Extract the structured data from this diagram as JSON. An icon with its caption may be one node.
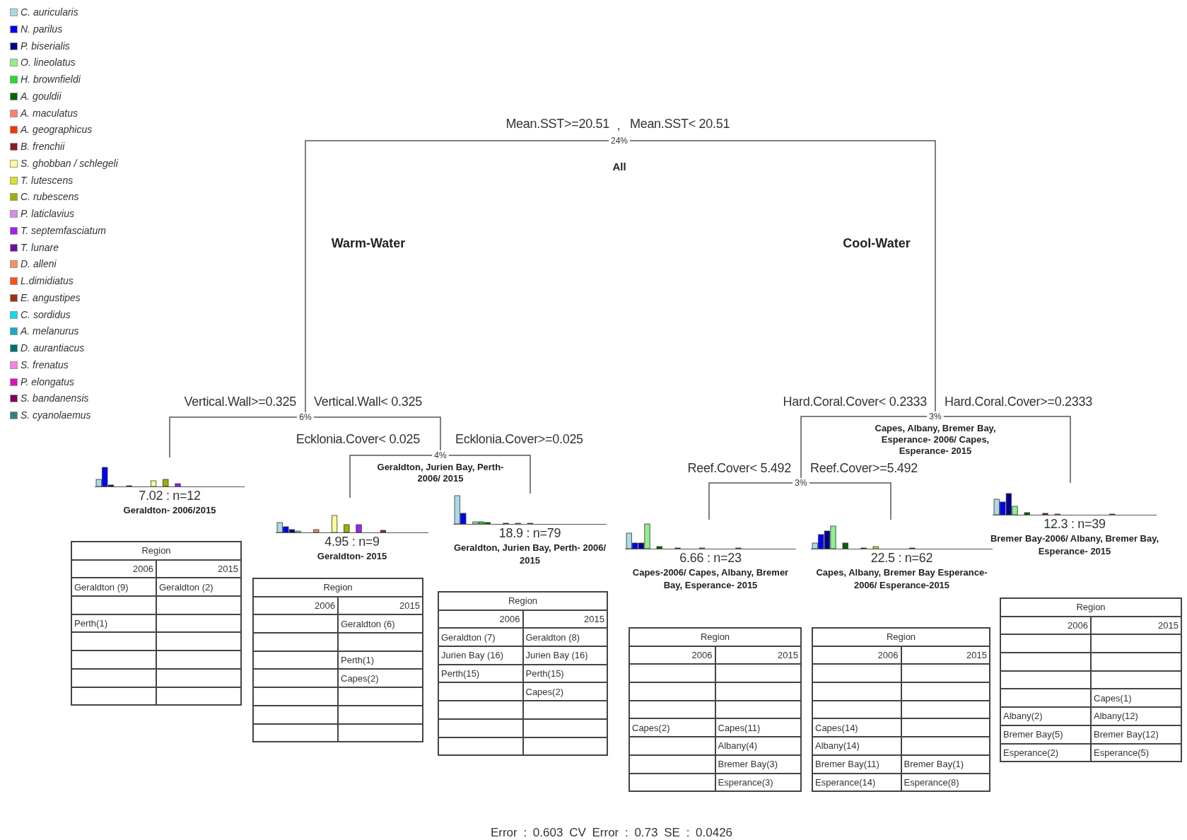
{
  "diagram": {
    "nodes": [
      {
        "text": [
          "24%"
        ],
        "beside": [
          "All"
        ]
      },
      {
        "text": [
          "6%"
        ]
      },
      {
        "text": [
          "7.02 : n=12",
          "Geraldton- 2006/2015"
        ]
      },
      {
        "text": [
          "Region",
          "2006",
          "2015",
          "Geraldton (9)",
          "Geraldton (2)",
          "Perth(1)"
        ]
      },
      {
        "text": [
          "4%"
        ],
        "beside": [
          "Geraldton, Jurien Bay, Perth- 2006/ 2015"
        ]
      },
      {
        "text": [
          "4.95 : n=9",
          "Geraldton- 2015"
        ]
      },
      {
        "text": [
          "Region",
          "2006",
          "2015",
          "Geraldton (6)",
          "Perth(1)",
          "Capes(2)"
        ]
      },
      {
        "text": [
          "18.9 : n=79",
          "Geraldton, Jurien Bay, Perth- 2006/ 2015"
        ]
      },
      {
        "text": [
          "Region",
          "2006",
          "2015",
          "Geraldton (7)",
          "Geraldton (8)",
          "Jurien Bay (16)",
          "Jurien Bay (16)",
          "Perth(15)",
          "Perth(15)",
          "Capes(2)"
        ]
      },
      {
        "text": [
          "3%"
        ],
        "beside": [
          "Capes, Albany, Bremer Bay, Esperance- 2006/ Capes, Esperance- 2015"
        ]
      },
      {
        "text": [
          "3%"
        ]
      },
      {
        "text": [
          "6.66 : n=23",
          "Capes-2006/ Capes, Albany, Bremer Bay, Esperance- 2015"
        ]
      },
      {
        "text": [
          "Region",
          "2006",
          "2015",
          "Capes(2)",
          "Capes(11)",
          "Albany(4)",
          "Bremer Bay(3)",
          "Esperance(3)"
        ]
      },
      {
        "text": [
          "22.5 : n=62",
          "Capes, Albany, Bremer Bay Esperance- 2006/ Esperance-2015"
        ]
      },
      {
        "text": [
          "Region",
          "2006",
          "2015",
          "Capes(14)",
          "Albany(14)",
          "Bremer Bay(11)",
          "Bremer Bay(1)",
          "Esperance(14)",
          "Esperance(8)"
        ]
      },
      {
        "text": [
          "12.3 : n=39",
          "Bremer Bay-2006/ Albany, Bremer Bay, Esperance- 2015"
        ]
      },
      {
        "text": [
          "Region",
          "2006",
          "2015",
          "Capes(1)",
          "Albany(2)",
          "Albany(12)",
          "Bremer Bay(5)",
          "Bremer Bay(12)",
          "Esperance(2)",
          "Esperance(5)"
        ]
      }
    ],
    "edges": [
      {
        "from": 0,
        "to": 1,
        "arrow": "none",
        "label": "Mean.SST>=20.51"
      },
      {
        "from": 0,
        "to": 9,
        "arrow": "none",
        "label": "Mean.SST< 20.51"
      },
      {
        "from": 1,
        "to": 2,
        "arrow": "none",
        "label": "Vertical.Wall>=0.325"
      },
      {
        "from": 1,
        "to": 4,
        "arrow": "none",
        "label": "Vertical.Wall< 0.325"
      },
      {
        "from": 4,
        "to": 5,
        "arrow": "none",
        "label": "Ecklonia.Cover< 0.025"
      },
      {
        "from": 4,
        "to": 7,
        "arrow": "none",
        "label": "Ecklonia.Cover>=0.025"
      },
      {
        "from": 9,
        "to": 10,
        "arrow": "none",
        "label": "Hard.Coral.Cover< 0.2333"
      },
      {
        "from": 9,
        "to": 15,
        "arrow": "none",
        "label": "Hard.Coral.Cover>=0.2333"
      },
      {
        "from": 10,
        "to": 11,
        "arrow": "none",
        "label": "Reef.Cover< 5.492"
      },
      {
        "from": 10,
        "to": 13,
        "arrow": "none",
        "label": "Reef.Cover>=5.492"
      }
    ],
    "labels": [
      ",",
      "Warm-Water",
      "Cool-Water",
      "Error : 0.603 CV Error : 0.73 SE : 0.0426"
    ],
    "legend": [
      {
        "text": "C. auricularis",
        "color": "#add8e6"
      },
      {
        "text": "N. parilus",
        "color": "#0000ff"
      },
      {
        "text": "P. biserialis",
        "color": "#00008b"
      },
      {
        "text": "O. lineolatus",
        "color": "#90ee90"
      },
      {
        "text": "H. brownfieldi",
        "color": "#22dd22"
      },
      {
        "text": "A. gouldii",
        "color": "#006400"
      },
      {
        "text": "A. maculatus",
        "color": "#fa8072"
      },
      {
        "text": "A. geographicus",
        "color": "#ff3300"
      },
      {
        "text": "B. frenchii",
        "color": "#8b1a1a"
      },
      {
        "text": "S. ghobban / schlegeli",
        "color": "#ffff99"
      },
      {
        "text": "T. lutescens",
        "color": "#e0e020"
      },
      {
        "text": "C. rubescens",
        "color": "#a0b000"
      },
      {
        "text": "P. laticlavius",
        "color": "#dd88ee"
      },
      {
        "text": "T. septemfasciatum",
        "color": "#a020f0"
      },
      {
        "text": "T. lunare",
        "color": "#7010a0"
      },
      {
        "text": "D. alleni",
        "color": "#ff9060"
      },
      {
        "text": "L.dimidiatus",
        "color": "#ff5010"
      },
      {
        "text": "E. angustipes",
        "color": "#a03010"
      },
      {
        "text": "C. sordidus",
        "color": "#00e0f0"
      },
      {
        "text": "A. melanurus",
        "color": "#10b0c0"
      },
      {
        "text": "D. aurantiacus",
        "color": "#007070"
      },
      {
        "text": "S. frenatus",
        "color": "#ff80e0"
      },
      {
        "text": "P. elongatus",
        "color": "#e010c0"
      },
      {
        "text": "S. bandanensis",
        "color": "#800060"
      },
      {
        "text": "S. cyanolaemus",
        "color": "#308080"
      }
    ]
  }
}
